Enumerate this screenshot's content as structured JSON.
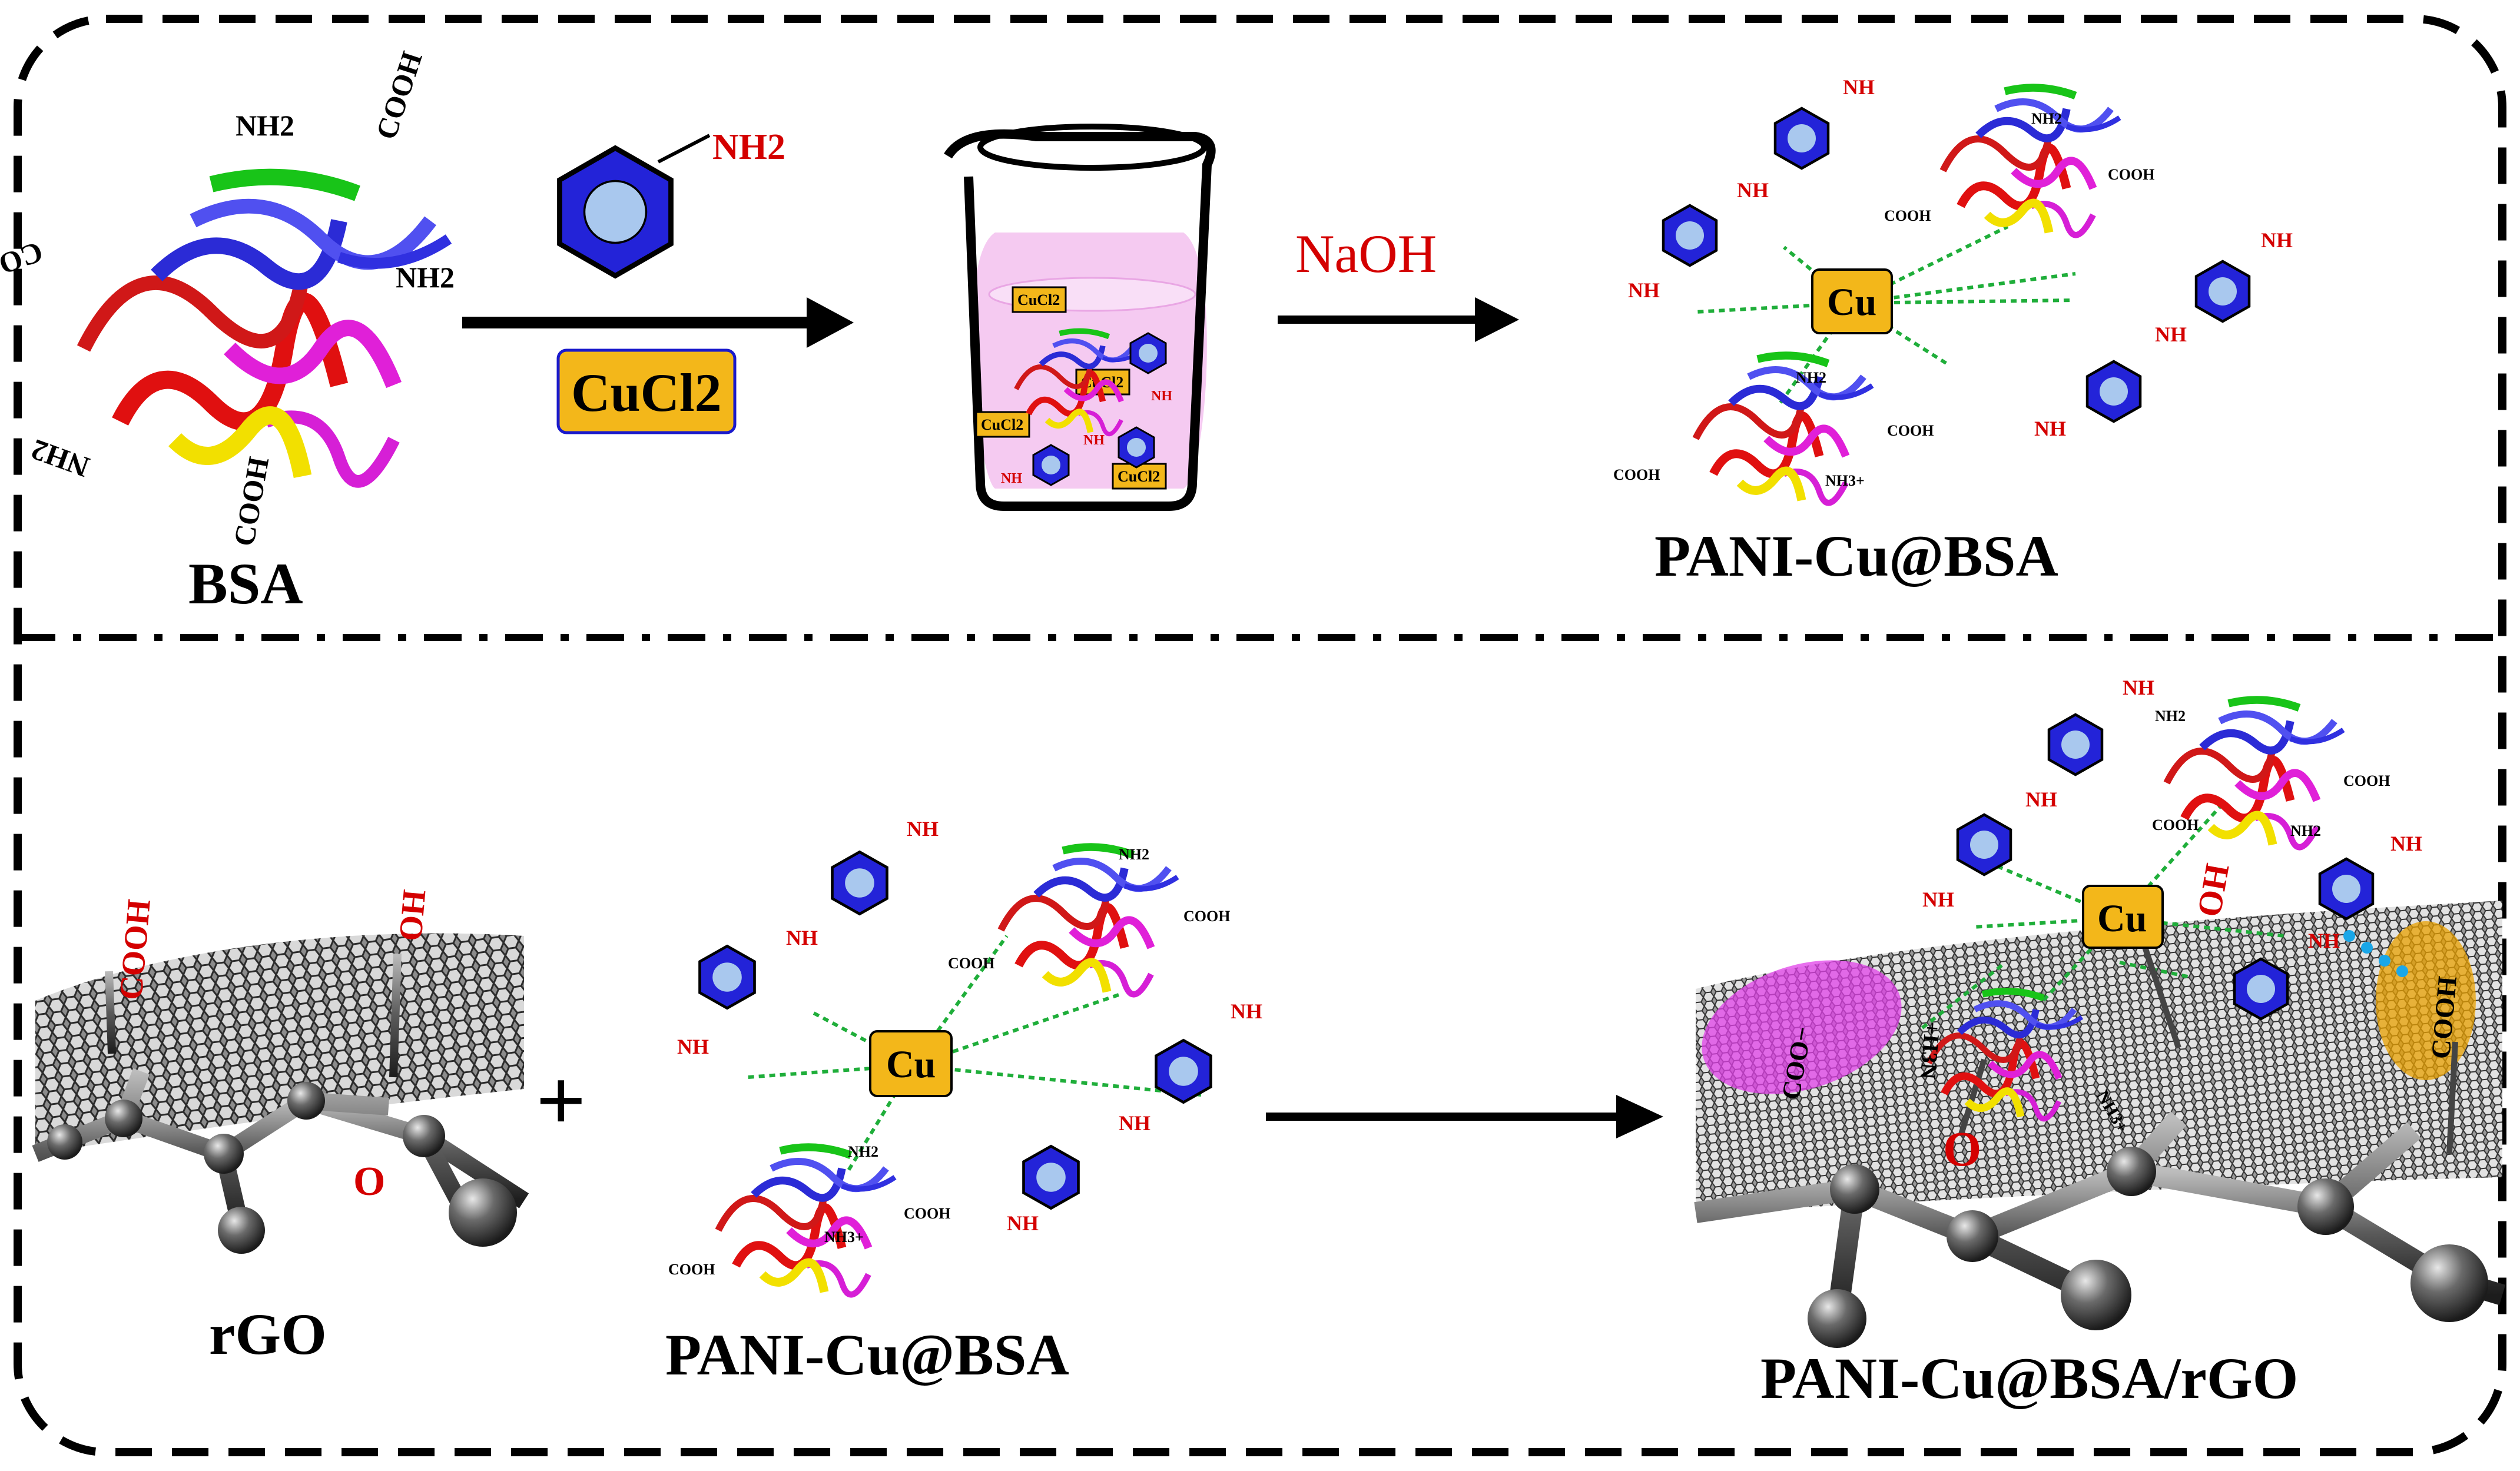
{
  "colors": {
    "red_label": "#d40000",
    "chain_blue": "#1a1acc",
    "ring_blue": "#2323d8",
    "cu_box": "#f3b71a",
    "beaker_liquid": "#f4c4f0",
    "graphene": "#3a3a3a",
    "magenta_blob": "#e040e8",
    "gold_blob": "#e8a000",
    "bond_green": "#1fae3a",
    "text": "#000000"
  },
  "stage1": {
    "bsa_label": "BSA",
    "bsa_groups": {
      "nh2_a": "NH2",
      "cooh_a": "COOH",
      "cooh_b": "COOH",
      "nh2_b": "NH2",
      "nh2_c": "NH2",
      "cooh_c": "COOH"
    },
    "aniline_nh2": "NH2",
    "reagent_box": "CuCl2",
    "beaker_labels": [
      "CuCl2",
      "CuCl2",
      "CuCl2",
      "CuCl2"
    ],
    "beaker_nh": [
      "NH",
      "NH",
      "NH"
    ],
    "step2_reagent": "NaOH",
    "product_label": "PANI-Cu@BSA"
  },
  "complex": {
    "cu": "Cu",
    "nh": "NH",
    "cooh": "COOH",
    "nh2": "NH2",
    "nh3": "NH3+"
  },
  "stage2": {
    "rgo_label": "rGO",
    "rgo_groups": {
      "cooh": "COOH",
      "oh": "OH",
      "o": "O"
    },
    "plus": "+",
    "middle_label": "PANI-Cu@BSA",
    "final_label": "PANI-Cu@BSA/rGO",
    "final_groups": {
      "oh": "OH",
      "o": "O",
      "coo": "COO−",
      "nh3": "+H3N",
      "cooh": "COOH",
      "nh3b": "NH3+"
    }
  }
}
